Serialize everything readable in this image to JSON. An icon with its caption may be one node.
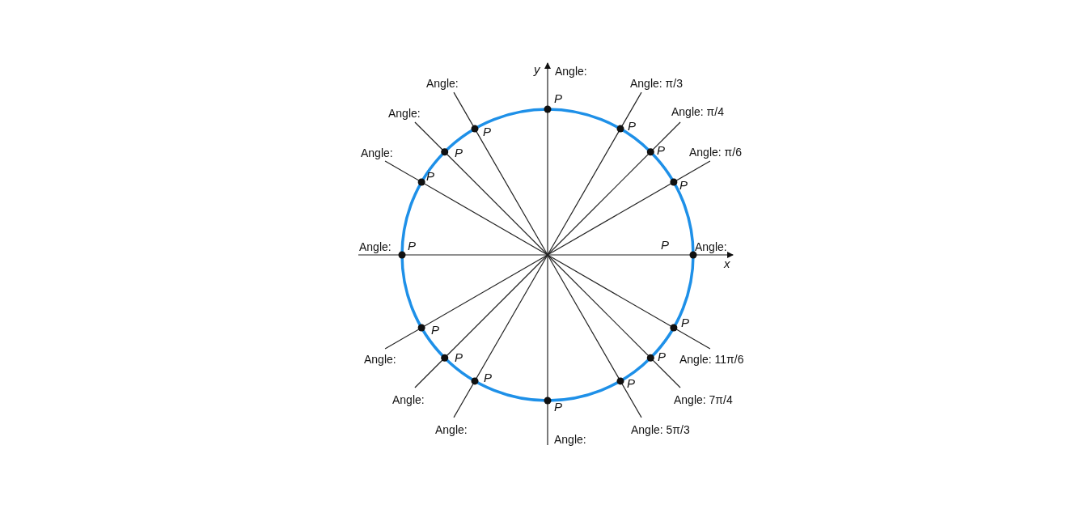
{
  "diagram": {
    "labels": [
      "y",
      "Angle:",
      "Angle:",
      "Angle: π/3",
      "P",
      "Angle:",
      "Angle: π/4",
      "P",
      "P",
      "Angle:",
      "P",
      "P",
      "Angle: π/6",
      "P",
      "P",
      "Angle:",
      "P",
      "P",
      "Angle:",
      "x",
      "P",
      "P",
      "Angle:",
      "P",
      "P",
      "Angle: 11π/6",
      "P",
      "P",
      "Angle:",
      "P",
      "Angle: 7π/4",
      "Angle:",
      "Angle: 5π/3",
      "Angle:"
    ]
  }
}
